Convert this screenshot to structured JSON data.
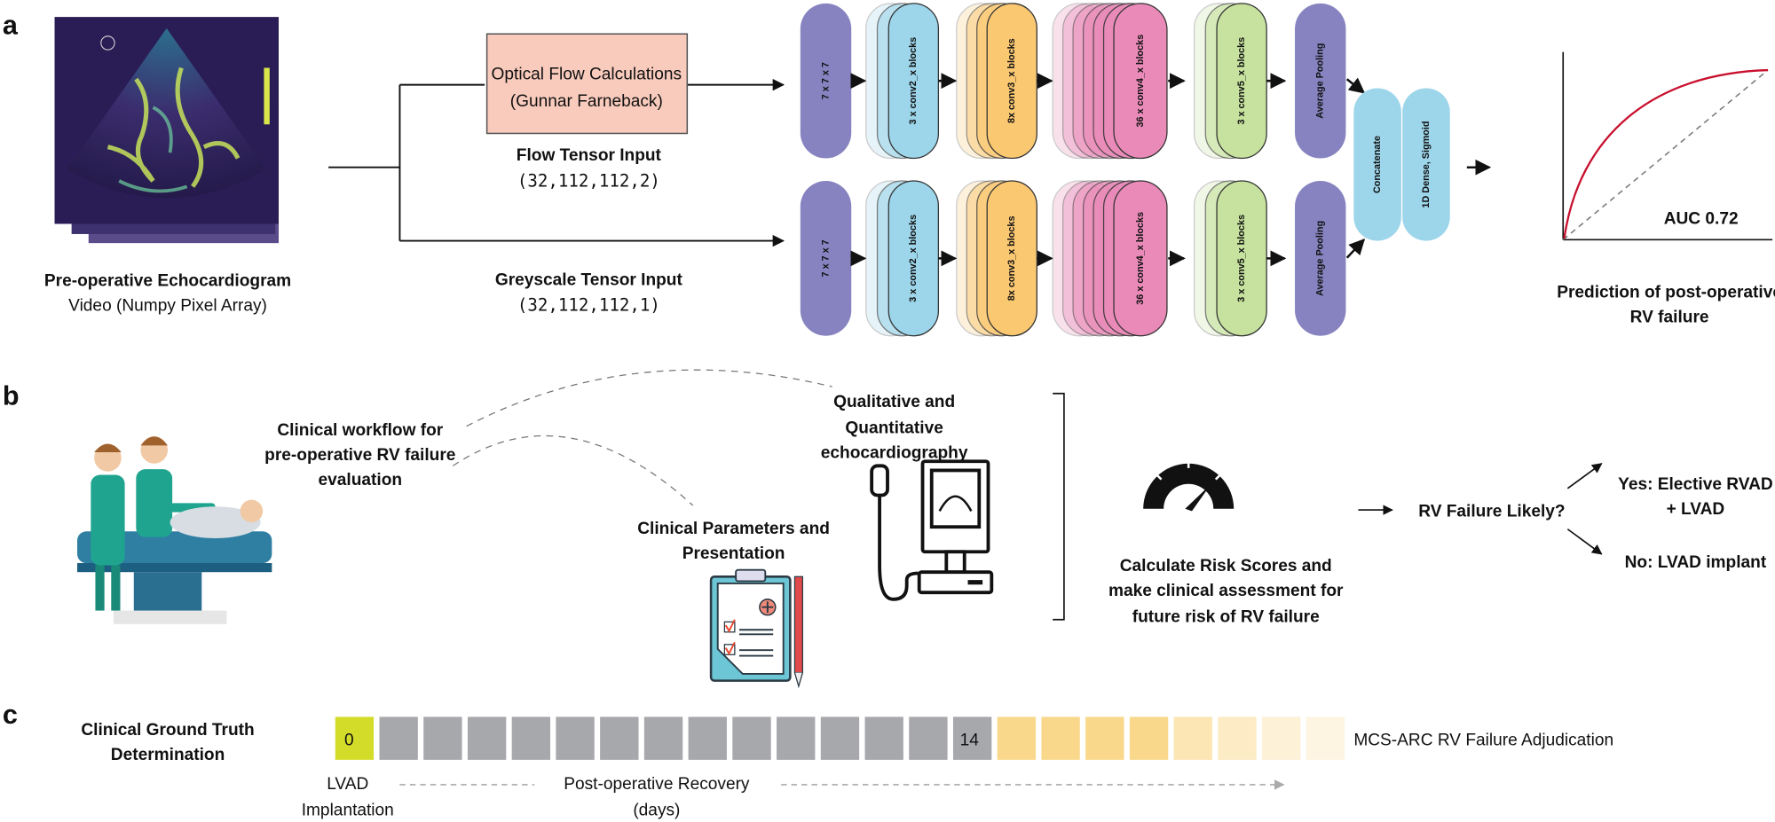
{
  "panels": {
    "a": "a",
    "b": "b",
    "c": "c"
  },
  "colors": {
    "stem": "#8683c0",
    "conv2": "#9dd5ea",
    "conv3": "#fbc872",
    "conv4": "#e98ab8",
    "conv5": "#c6e29e",
    "pool": "#8683c0",
    "dense": "#9dd5ea",
    "flow_box": "#f9cbbd",
    "roc_curve": "#c8102e",
    "day0": "#d4dc2a",
    "recovery_day": "#a7a8ac",
    "adjudication_day": "#f9d88c"
  },
  "panel_a": {
    "echo_title": "Pre-operative Echocardiogram",
    "echo_subtitle": "Video (Numpy Pixel Array)",
    "flow_box_line1": "Optical Flow Calculations",
    "flow_box_line2": "(Gunnar Farneback)",
    "flow_tensor_label": "Flow Tensor Input",
    "flow_tensor_shape": "(32,112,112,2)",
    "grey_tensor_label": "Greyscale Tensor Input",
    "grey_tensor_shape": "(32,112,112,1)",
    "blocks": {
      "stem": "7 x 7 x 7",
      "conv2": "3 x conv2_x blocks",
      "conv3": "8x conv3_x blocks",
      "conv4": "36 x conv4_x blocks",
      "conv5": "3 x conv5_x blocks",
      "pool": "Average Pooling",
      "concat": "Concatenate",
      "dense": "1D Dense, Sigmoid"
    },
    "auc_label": "AUC 0.72",
    "prediction_line1": "Prediction of post-operative",
    "prediction_line2": "RV failure"
  },
  "panel_b": {
    "workflow_line1": "Clinical workflow for",
    "workflow_line2": "pre-operative RV failure",
    "workflow_line3": "evaluation",
    "echo_line1": "Qualitative and",
    "echo_line2": "Quantitative",
    "echo_line3": "echocardiography",
    "params_line1": "Clinical Parameters and",
    "params_line2": "Presentation",
    "risk_line1": "Calculate Risk Scores and",
    "risk_line2": "make clinical assessment for",
    "risk_line3": "future risk of RV failure",
    "question": "RV Failure Likely?",
    "yes_line1": "Yes: Elective RVAD",
    "yes_line2": "+ LVAD",
    "no_label": "No: LVAD implant"
  },
  "panel_c": {
    "title_line1": "Clinical Ground Truth",
    "title_line2": "Determination",
    "day_start_label": "0",
    "day_end_label": "14",
    "recovery_days": 14,
    "adjudication_squares": 8,
    "adjudication_label": "MCS-ARC RV Failure Adjudication",
    "lvad_line1": "LVAD",
    "lvad_line2": "Implantation",
    "recovery_line1": "Post-operative Recovery",
    "recovery_line2": "(days)"
  }
}
